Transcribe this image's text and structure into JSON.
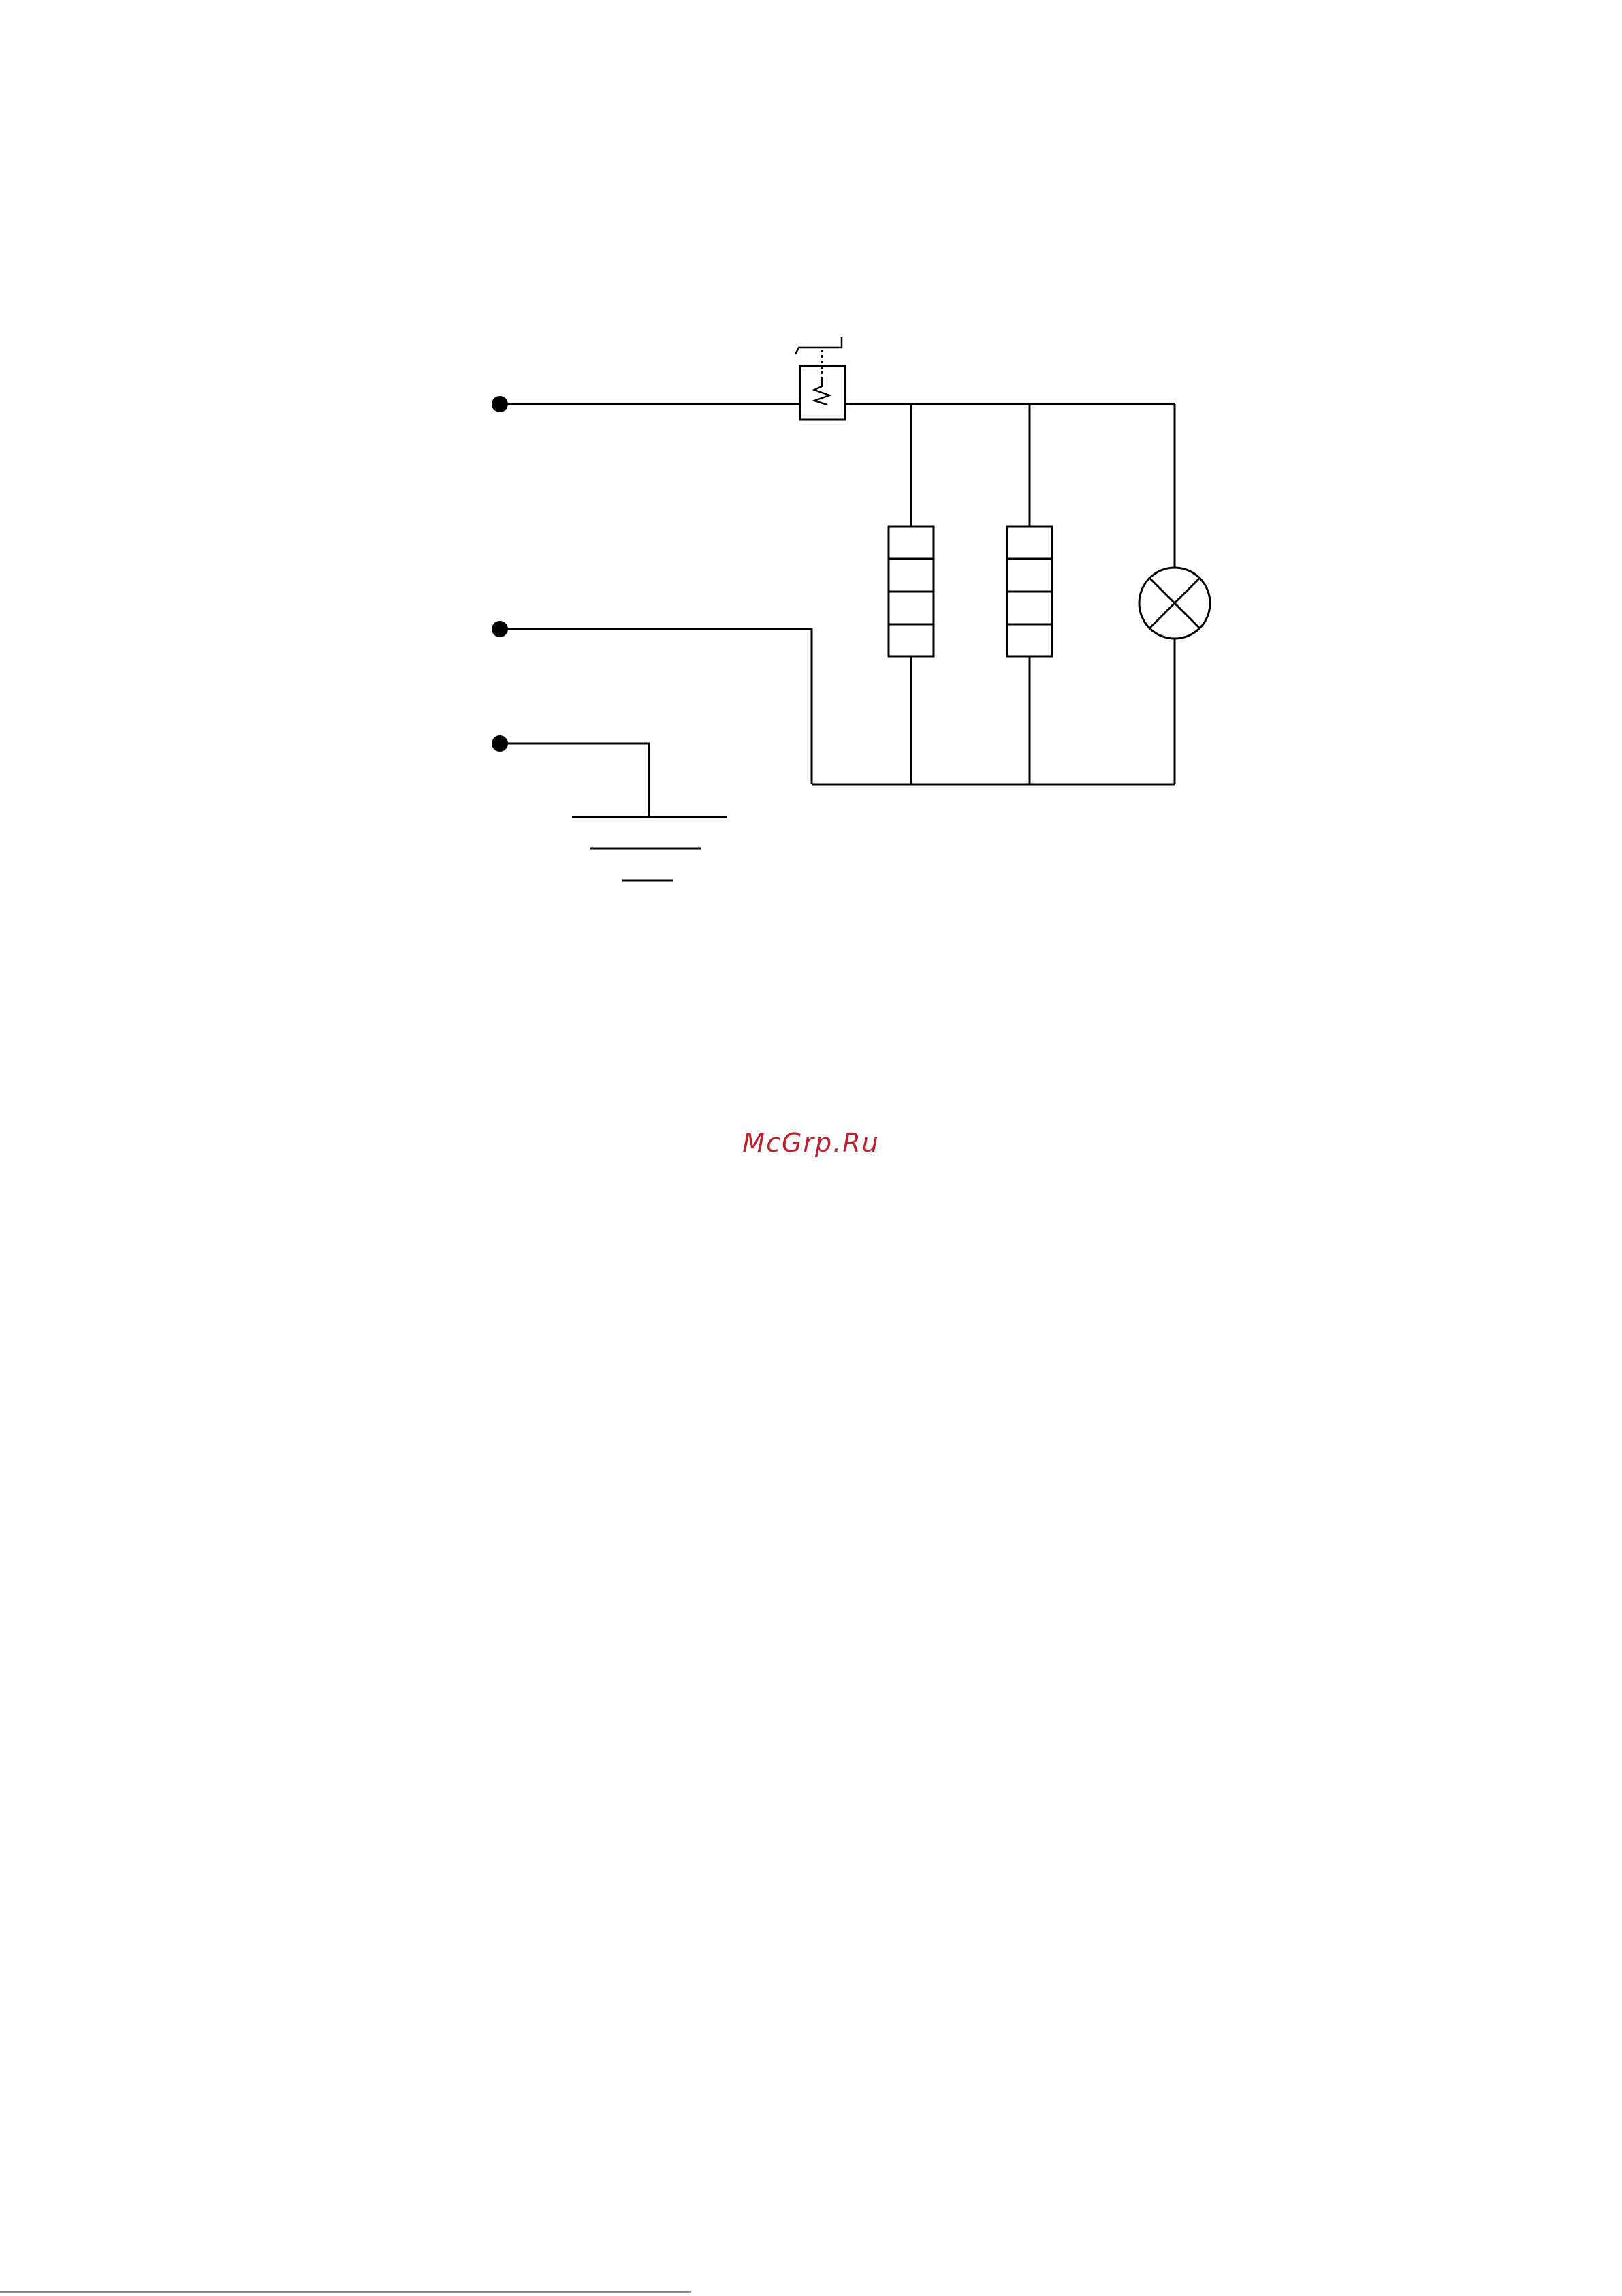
{
  "watermark": {
    "text": "McGrp.Ru",
    "color": "#c0202a"
  },
  "diagram": {
    "line_color": "#000000",
    "footer_rule_color": "#888888",
    "components": [
      {
        "id": "terminal-1",
        "kind": "terminal"
      },
      {
        "id": "terminal-2",
        "kind": "terminal"
      },
      {
        "id": "terminal-3",
        "kind": "terminal"
      },
      {
        "id": "thermal-switch",
        "kind": "thermostat"
      },
      {
        "id": "heating-element-1",
        "kind": "heating-element"
      },
      {
        "id": "heating-element-2",
        "kind": "heating-element"
      },
      {
        "id": "indicator-lamp",
        "kind": "lamp"
      },
      {
        "id": "ground",
        "kind": "ground"
      }
    ]
  }
}
